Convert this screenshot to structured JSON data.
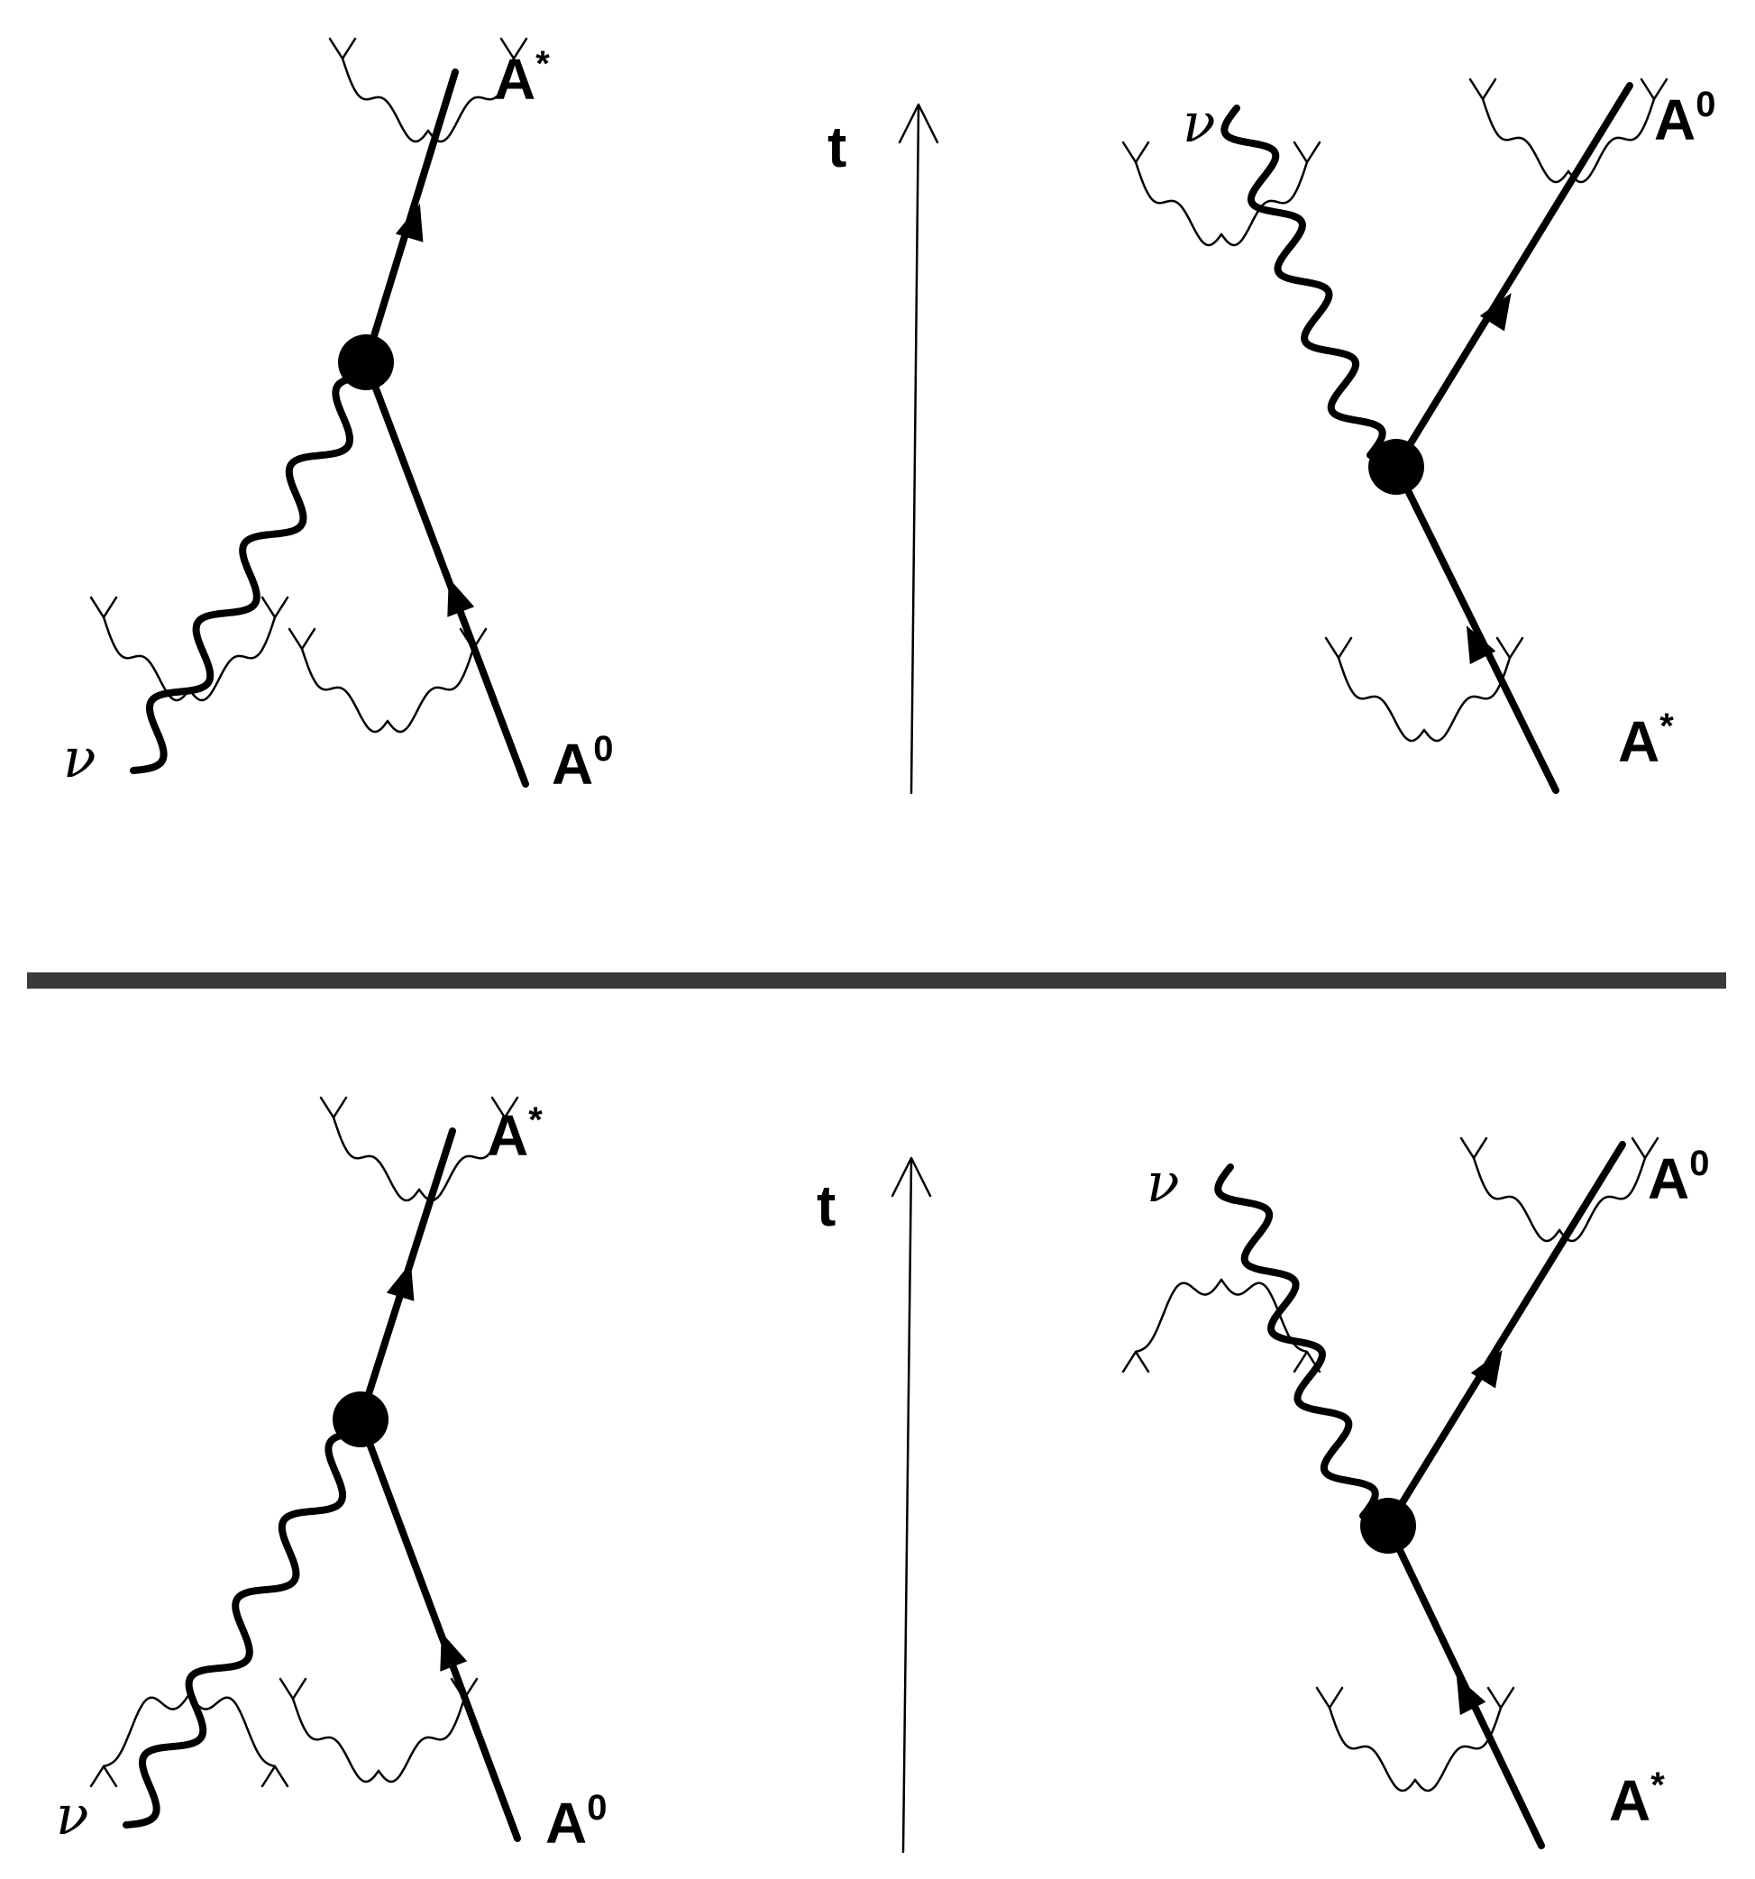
{
  "diagrams": [
    {
      "incoming": "A",
      "incoming_sup": "0",
      "outgoing": "A",
      "outgoing_sup": "*",
      "photon": "ν",
      "flip": false,
      "probe_dir": "up"
    },
    {
      "incoming": "A",
      "incoming_sup": "*",
      "outgoing": "A",
      "outgoing_sup": "0",
      "photon": "ν",
      "flip": true,
      "probe_dir": "up"
    },
    {
      "incoming": "A",
      "incoming_sup": "0",
      "outgoing": "A",
      "outgoing_sup": "*",
      "photon": "ν",
      "flip": false,
      "probe_dir": "down"
    },
    {
      "incoming": "A",
      "incoming_sup": "*",
      "outgoing": "A",
      "outgoing_sup": "0",
      "photon": "ν",
      "flip": true,
      "probe_dir": "down"
    }
  ],
  "time_axis": {
    "label": "t"
  },
  "colors": {
    "ink": "#000000",
    "divider": "#3a3a3a"
  }
}
